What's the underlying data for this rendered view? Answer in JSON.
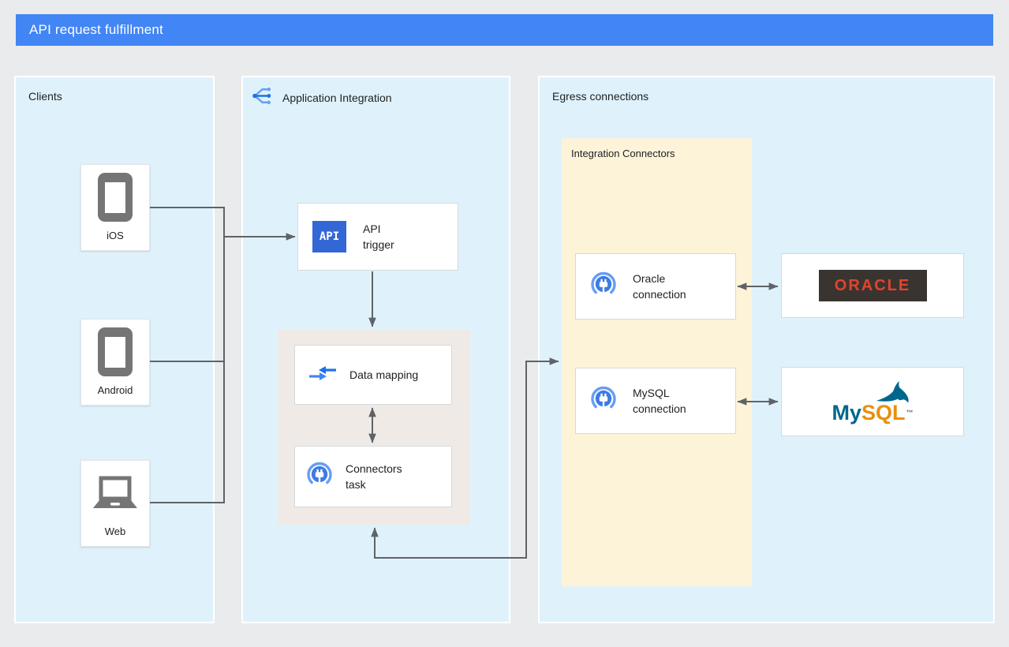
{
  "header": {
    "title": "API request fulfillment"
  },
  "panels": {
    "clients": {
      "label": "Clients",
      "items": [
        {
          "label": "iOS",
          "icon": "smartphone-icon"
        },
        {
          "label": "Android",
          "icon": "smartphone-icon"
        },
        {
          "label": "Web",
          "icon": "laptop-icon"
        }
      ]
    },
    "application_integration": {
      "label": "Application Integration",
      "icon": "application-integration-icon",
      "nodes": {
        "api_trigger": {
          "icon_text": "API",
          "label_line1": "API",
          "label_line2": "trigger"
        },
        "data_mapping": {
          "label": "Data mapping",
          "icon": "data-mapping-icon"
        },
        "connectors_task": {
          "label_line1": "Connectors",
          "label_line2": "task",
          "icon": "connectors-icon"
        }
      }
    },
    "egress": {
      "label": "Egress connections",
      "integration_connectors": {
        "label": "Integration Connectors",
        "connections": [
          {
            "label_line1": "Oracle",
            "label_line2": "connection",
            "icon": "connectors-icon"
          },
          {
            "label_line1": "MySQL",
            "label_line2": "connection",
            "icon": "connectors-icon"
          }
        ]
      },
      "targets": {
        "oracle": {
          "logo_text": "ORACLE"
        },
        "mysql": {
          "logo_my": "My",
          "logo_sql": "SQL",
          "tm": "™"
        }
      }
    }
  },
  "colors": {
    "header_bg": "#4285F4",
    "panel_bg": "#DFF2FC",
    "integration_group_bg": "#EFEAE6",
    "connectors_group_bg": "#FCF3D9",
    "line": "#5F6368",
    "device_icon_gray": "#757575",
    "api_chip_bg": "#3367D6",
    "google_blue": "#4285F4",
    "google_blue_dark": "#1A73E8",
    "google_blue_light": "#669DF6",
    "oracle_red": "#E2432E",
    "oracle_logo_bg": "#3A3430",
    "mysql_blue": "#00678C",
    "mysql_orange": "#E8900C"
  }
}
